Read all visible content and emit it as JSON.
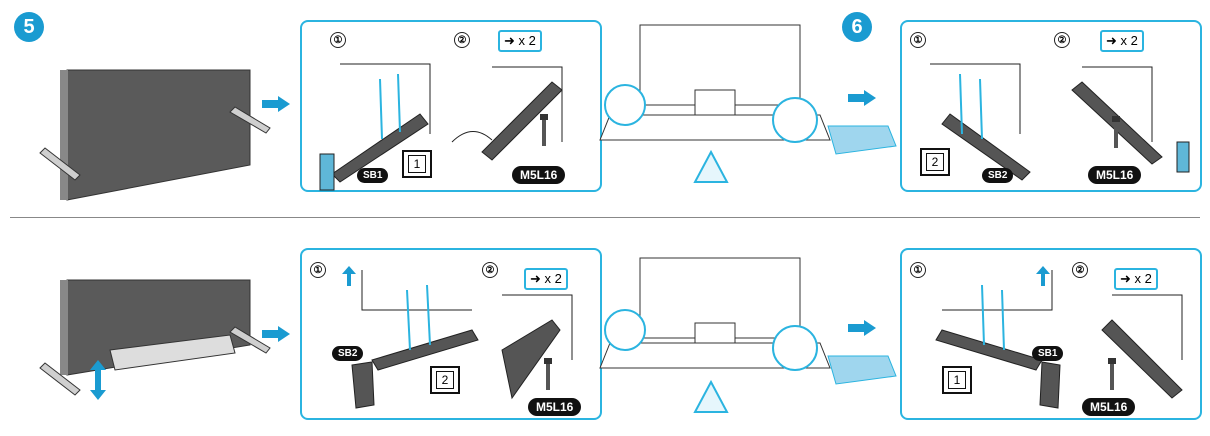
{
  "steps": {
    "five": "5",
    "six": "6"
  },
  "substeps": {
    "one": "①",
    "two": "②"
  },
  "screw_qty": "x 2",
  "screw_code": "M5L16",
  "bracket_codes": {
    "sb1": "SB1",
    "sb2": "SB2"
  },
  "part_numbers": {
    "one": "1",
    "two": "2"
  },
  "colors": {
    "accent": "#2bb4e0",
    "arrow": "#1a9bd1",
    "tv_panel": "#5a5a5a"
  },
  "icons": [
    "arrow-right-icon",
    "caution-triangle-icon",
    "screw-icon",
    "arrow-up-icon",
    "double-arrow-vertical-icon"
  ]
}
